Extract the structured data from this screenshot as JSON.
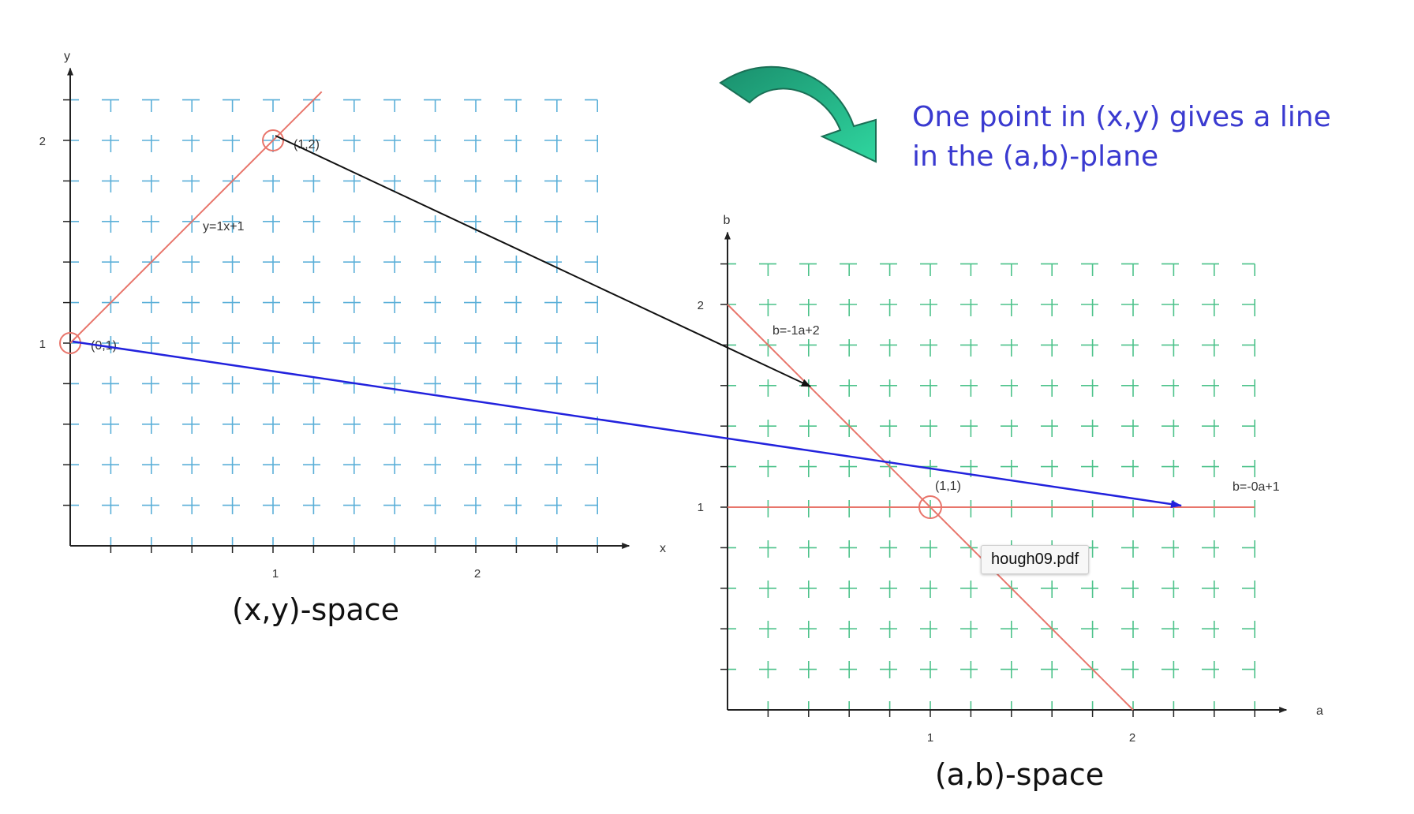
{
  "xy_plot": {
    "x_axis_label": "x",
    "y_axis_label": "y",
    "x_ticks": [
      "1",
      "2"
    ],
    "y_ticks": [
      "1",
      "2"
    ],
    "line_label": "y=1x+1",
    "point_labels": [
      "(0,1)",
      "(1,2)"
    ],
    "caption": "(x,y)-space",
    "grid_color": "#5aafd8",
    "line_color": "#e8756b",
    "line": {
      "slope": 1,
      "intercept": 1
    },
    "points": [
      [
        0,
        1
      ],
      [
        1,
        2
      ]
    ]
  },
  "ab_plot": {
    "x_axis_label": "a",
    "y_axis_label": "b",
    "x_ticks": [
      "1",
      "2"
    ],
    "y_ticks": [
      "1",
      "2"
    ],
    "line_labels": [
      "b=-1a+2",
      "b=-0a+1"
    ],
    "intersection_label": "(1,1)",
    "caption": "(a,b)-space",
    "grid_color": "#4cc28a",
    "line_color": "#e8756b",
    "lines": [
      {
        "slope": -1,
        "intercept": 2
      },
      {
        "slope": 0,
        "intercept": 1
      }
    ],
    "intersection": [
      1,
      1
    ]
  },
  "callout": {
    "line1": "One point in (x,y) gives a line",
    "line2": "in the (a,b)-plane",
    "color": "#3a3ad0"
  },
  "arrow_colors": {
    "point_1_2": "#111111",
    "point_0_1": "#2222dd",
    "curved": "#2bc493"
  },
  "tooltip": {
    "text": "hough09.pdf"
  }
}
